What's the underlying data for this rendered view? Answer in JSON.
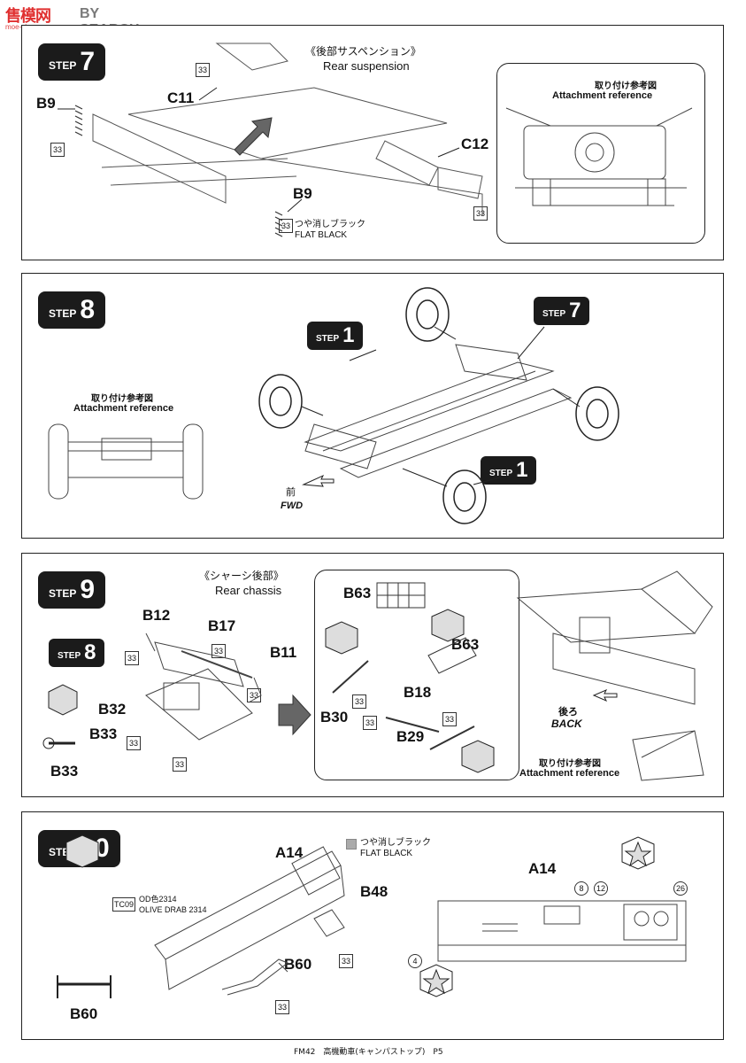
{
  "watermark": {
    "chinese": "售模网",
    "text": "BY SEARCH",
    "url": "moe-shou.com"
  },
  "step7": {
    "step_word": "STEP",
    "step_num": "7",
    "title_jp": "《後部サスペンション》",
    "title_en": "Rear suspension",
    "parts": [
      "B9",
      "C11",
      "C12",
      "B9"
    ],
    "paint_jp": "つや消しブラック",
    "paint_en": "FLAT BLACK",
    "paint_code": "33",
    "ref_jp": "取り付け参考図",
    "ref_en": "Attachment reference"
  },
  "step8": {
    "step_word": "STEP",
    "step_num": "8",
    "ref_jp": "取り付け参考図",
    "ref_en": "Attachment reference",
    "sub_step1a": "1",
    "sub_step7": "7",
    "sub_step1b": "1",
    "fwd_jp": "前",
    "fwd_en": "FWD"
  },
  "step9": {
    "step_word": "STEP",
    "step_num": "9",
    "title_jp": "《シャーシ後部》",
    "title_en": "Rear chassis",
    "sub_step8": "8",
    "parts_left": [
      "B12",
      "B17",
      "B11",
      "B32",
      "B33",
      "B33"
    ],
    "parts_right": [
      "B63",
      "B63",
      "B18",
      "B30",
      "B29"
    ],
    "back_jp": "後ろ",
    "back_en": "BACK",
    "ref_jp": "取り付け参考図",
    "ref_en": "Attachment reference",
    "paint_code": "33"
  },
  "step10": {
    "step_word": "STEP",
    "step_num": "10",
    "parts": [
      "A14",
      "B48",
      "B60",
      "B60",
      "A14"
    ],
    "paint_jp": "つや消しブラック",
    "paint_en": "FLAT BLACK",
    "od_jp": "OD色2314",
    "od_en": "OLIVE DRAB 2314",
    "tc_code": "TC09",
    "paint_code": "33",
    "decals": [
      "8",
      "12",
      "26",
      "4"
    ]
  },
  "footer": "FM42　高機動車(キャンパストップ)　P5"
}
